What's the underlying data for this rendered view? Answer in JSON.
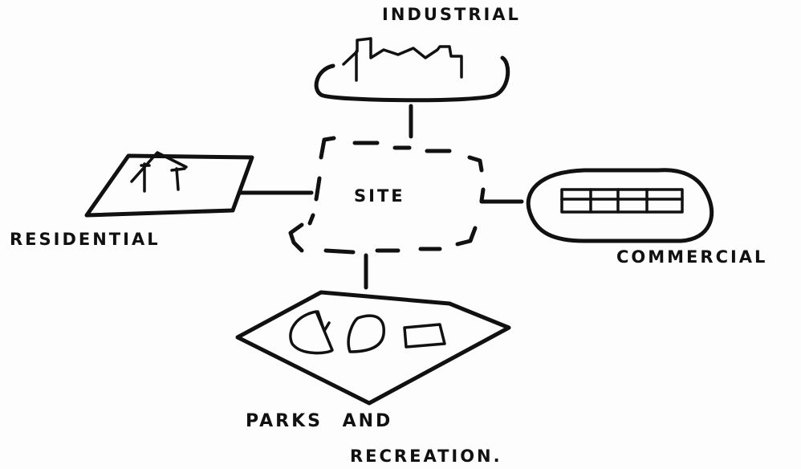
{
  "diagram": {
    "center": {
      "label": "SITE"
    },
    "nodes": [
      {
        "id": "industrial",
        "label": "INDUSTRIAL"
      },
      {
        "id": "residential",
        "label": "RESIDENTIAL"
      },
      {
        "id": "commercial",
        "label": "COMMERCIAL"
      },
      {
        "id": "parks",
        "label_line1": "PARKS AND",
        "label_line2": "RECREATION."
      }
    ]
  }
}
